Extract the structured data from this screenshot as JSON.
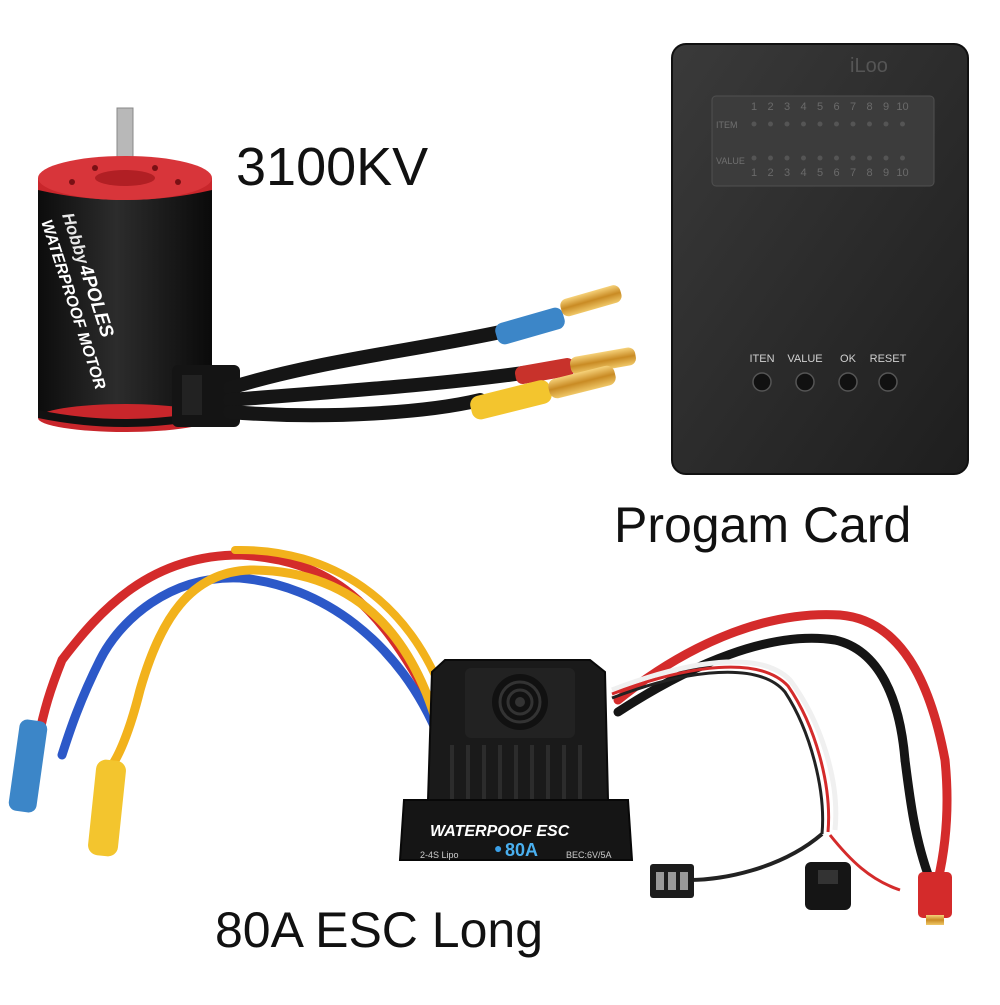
{
  "captions": {
    "motor": "3100KV",
    "program_card": "Progam Card",
    "esc": "80A ESC Long"
  },
  "motor": {
    "brand": "Hobby",
    "label_line1": "4POLES",
    "label_line2": "WATERPROOF MOTOR"
  },
  "program_card": {
    "brand": "iLoo",
    "row_item_label": "ITEM",
    "row_value_label": "VALUE",
    "numbers": [
      "1",
      "2",
      "3",
      "4",
      "5",
      "6",
      "7",
      "8",
      "9",
      "10"
    ],
    "buttons": [
      "ITEN",
      "VALUE",
      "OK",
      "RESET"
    ]
  },
  "esc": {
    "label": "WATERPOOF ESC",
    "rating": "80A",
    "lipo": "2-4S Lipo",
    "bec": "BEC:6V/5A"
  },
  "colors": {
    "motor_body": "#1b1b1b",
    "motor_cap": "#c8262b",
    "card_body": "#2a2a2a",
    "wire_red": "#d42b2b",
    "wire_blue": "#2c58c8",
    "wire_yellow": "#f2b21c",
    "sleeve_blue": "#3c86c8",
    "sleeve_yellow": "#f3c52e",
    "gold": "#d9a441"
  }
}
